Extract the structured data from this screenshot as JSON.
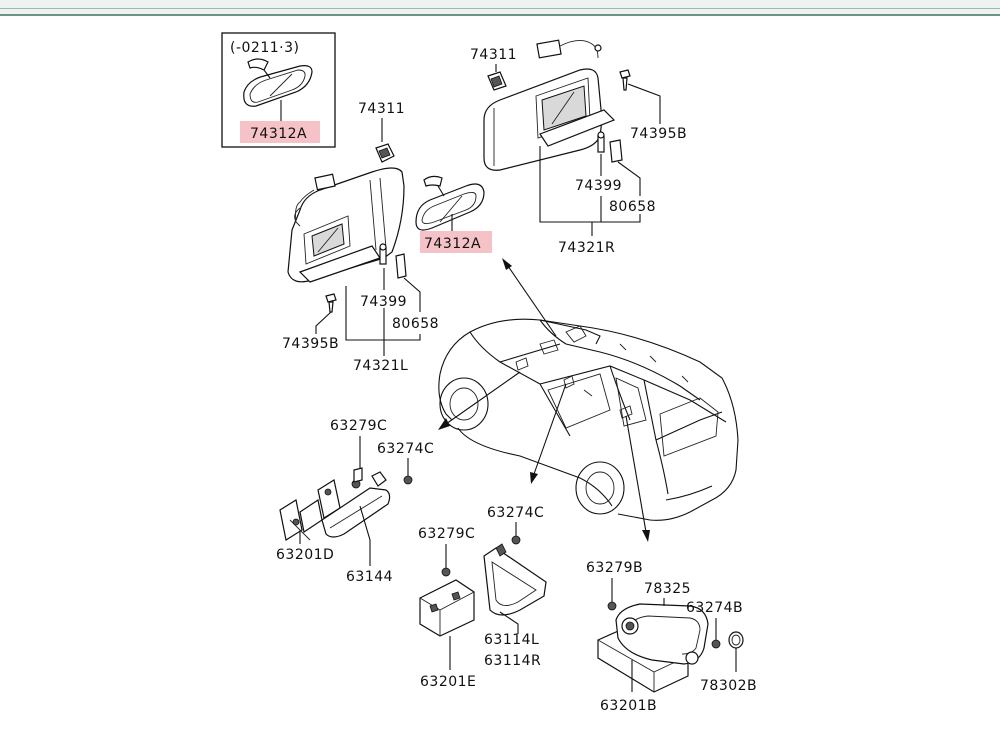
{
  "inset_note": "(-0211·3)",
  "labels": {
    "mirror_inset": "74312A",
    "mirror_main": "74312A",
    "clip_l": "74311",
    "clip_r": "74311",
    "screw_l": "74395B",
    "screw_r": "74395B",
    "lamp_l": "74399",
    "lamp_r": "74399",
    "lens_l": "80658",
    "lens_r": "80658",
    "visor_l": "74321L",
    "visor_r": "74321R",
    "grip_cover_a": "63279C",
    "grip_screw_a": "63274C",
    "bracket_d": "63201D",
    "grip_a": "63144",
    "grip_screw_b": "63274C",
    "grip_cover_b": "63279C",
    "grip_b_l": "63114L",
    "grip_b_r": "63114R",
    "bracket_e": "63201E",
    "grip_cover_c": "63279B",
    "grip_c": "78325",
    "grip_screw_c": "63274B",
    "cap_c": "78302B",
    "bracket_b": "63201B"
  },
  "colors": {
    "highlight": "#f5c2c7",
    "line": "#111111"
  }
}
